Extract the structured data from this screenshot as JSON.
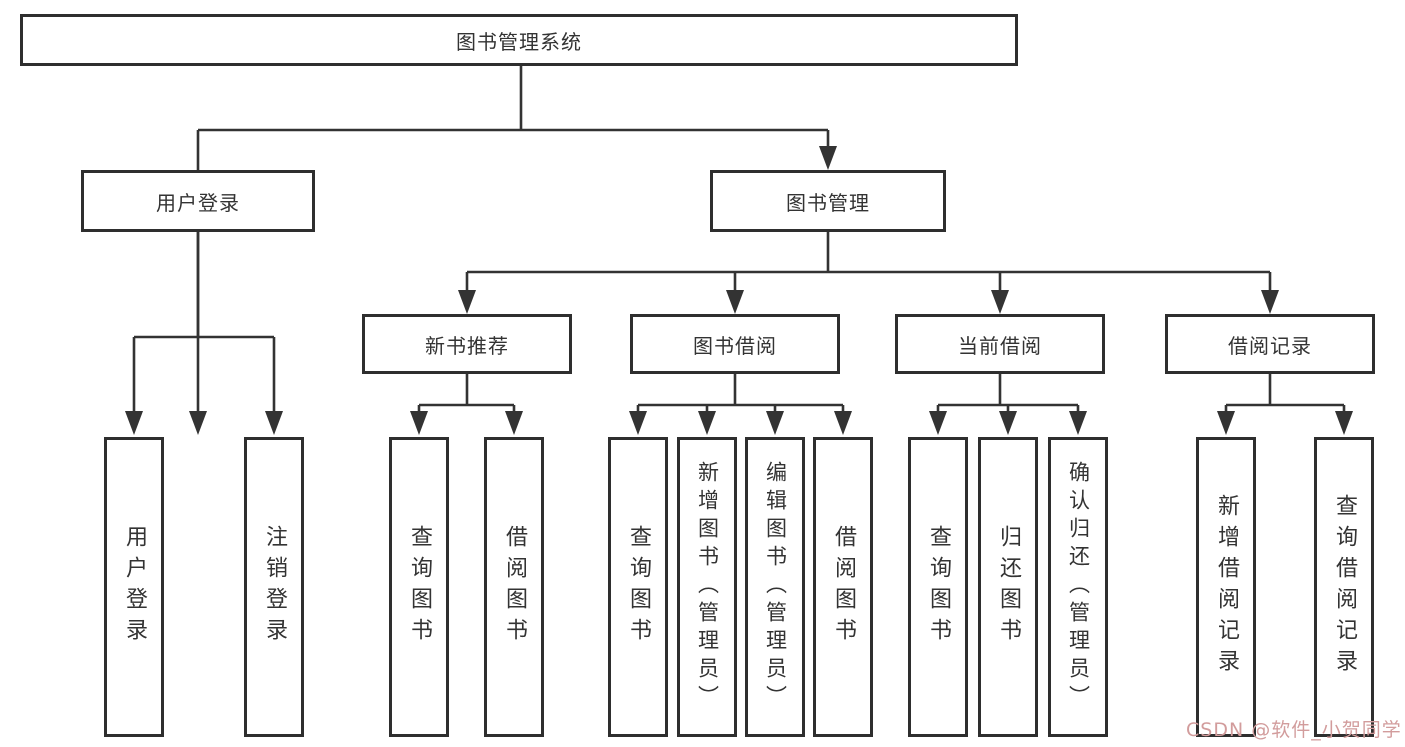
{
  "tree": {
    "label": "图书管理系统",
    "children": [
      {
        "label": "用户登录",
        "children": [
          {
            "label": "用户登录"
          },
          {
            "label": "注销登录"
          }
        ]
      },
      {
        "label": "图书管理",
        "children": [
          {
            "label": "新书推荐",
            "children": [
              {
                "label": "查询图书"
              },
              {
                "label": "借阅图书"
              }
            ]
          },
          {
            "label": "图书借阅",
            "children": [
              {
                "label": "查询图书"
              },
              {
                "label": "新增图书（管理员）"
              },
              {
                "label": "编辑图书（管理员）"
              },
              {
                "label": "借阅图书"
              }
            ]
          },
          {
            "label": "当前借阅",
            "children": [
              {
                "label": "查询图书"
              },
              {
                "label": "归还图书"
              },
              {
                "label": "确认归还（管理员）"
              }
            ]
          },
          {
            "label": "借阅记录",
            "children": [
              {
                "label": "新增借阅记录"
              },
              {
                "label": "查询借阅记录"
              }
            ]
          }
        ]
      }
    ]
  },
  "watermark": {
    "text": "CSDN @软件_小贺同学"
  },
  "colors": {
    "line": "#333333",
    "border": "#2e2e2e",
    "text": "#333333",
    "watermark": "#d29c9c",
    "background": "#ffffff"
  }
}
